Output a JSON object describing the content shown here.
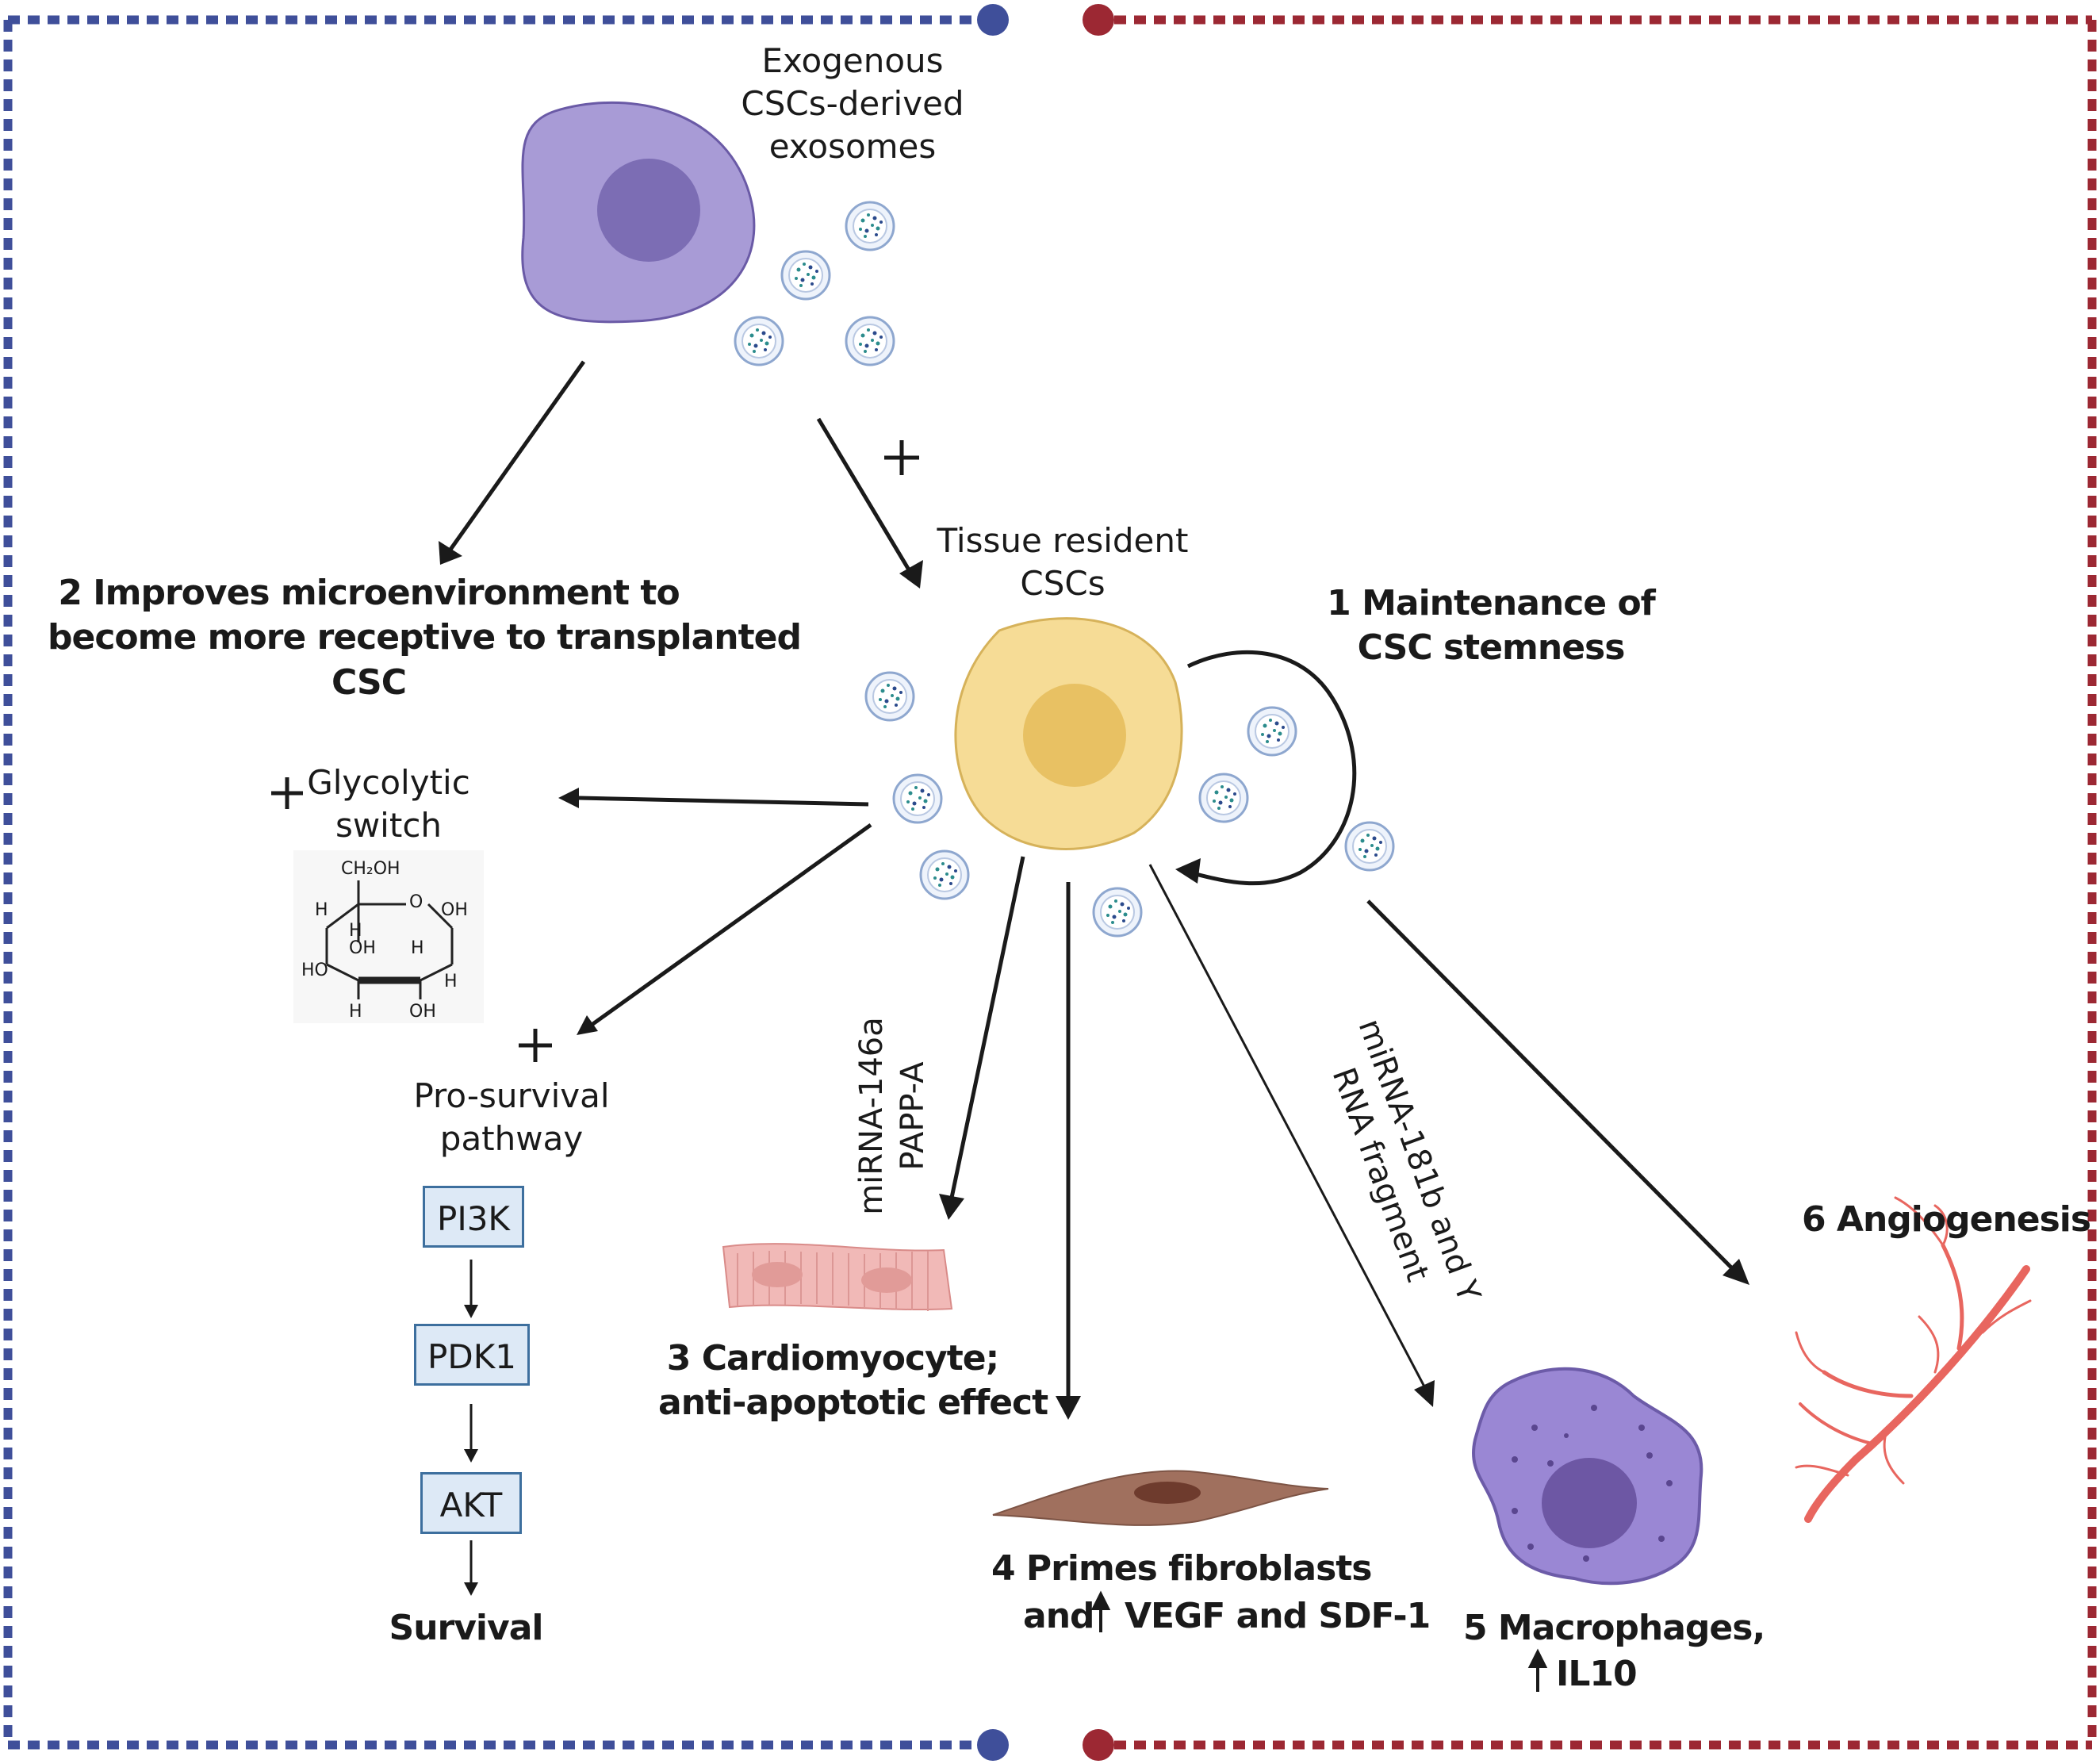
{
  "labels": {
    "exogenous": [
      "Exogenous",
      "CSCs-derived",
      "exosomes"
    ],
    "plus": "+",
    "tissue_resident": [
      "Tissue resident",
      "CSCs"
    ],
    "maintenance": [
      "1 Maintenance of",
      "CSC stemness"
    ],
    "improves": [
      "2 Improves microenvironment to",
      "become more receptive to transplanted",
      "CSC"
    ],
    "glycolytic": [
      "Glycolytic",
      "switch"
    ],
    "pro_survival": [
      "Pro-survival",
      "pathway"
    ],
    "cardiomyocyte": [
      "3 Cardiomyocyte;",
      "anti-apoptotic effect"
    ],
    "fibroblasts": [
      "4 Primes fibroblasts",
      "and",
      "VEGF and SDF-1"
    ],
    "macrophages": [
      "5 Macrophages,",
      "IL10"
    ],
    "angiogenesis": "6 Angiogenesis",
    "mirna_146a": [
      "miRNA-146a",
      "PAPP-A"
    ],
    "mirna_181b": [
      "miRNA-181b and Y",
      "RNA fragment"
    ],
    "up_arrow": "↑"
  },
  "pathway": {
    "steps": [
      "PI3K",
      "PDK1",
      "AKT"
    ],
    "result": "Survival"
  },
  "glucose": {
    "ch2oh": "CH₂OH",
    "o": "O",
    "oh": "OH",
    "h": "H",
    "ho": "HO"
  },
  "colors": {
    "left_border": "#3f4f9a",
    "right_border": "#9c2833",
    "exo_cell": "#a89bd6",
    "exo_nucleus": "#7c6db4",
    "resident_cell": "#f6dc96",
    "resident_nucleus": "#e8c163",
    "cardiomyocyte": "#f1b9b7",
    "fibroblast": "#a0705e",
    "macrophage": "#9a87d4",
    "vessel": "#e8665f",
    "pathway_box": "#dde9f6"
  }
}
